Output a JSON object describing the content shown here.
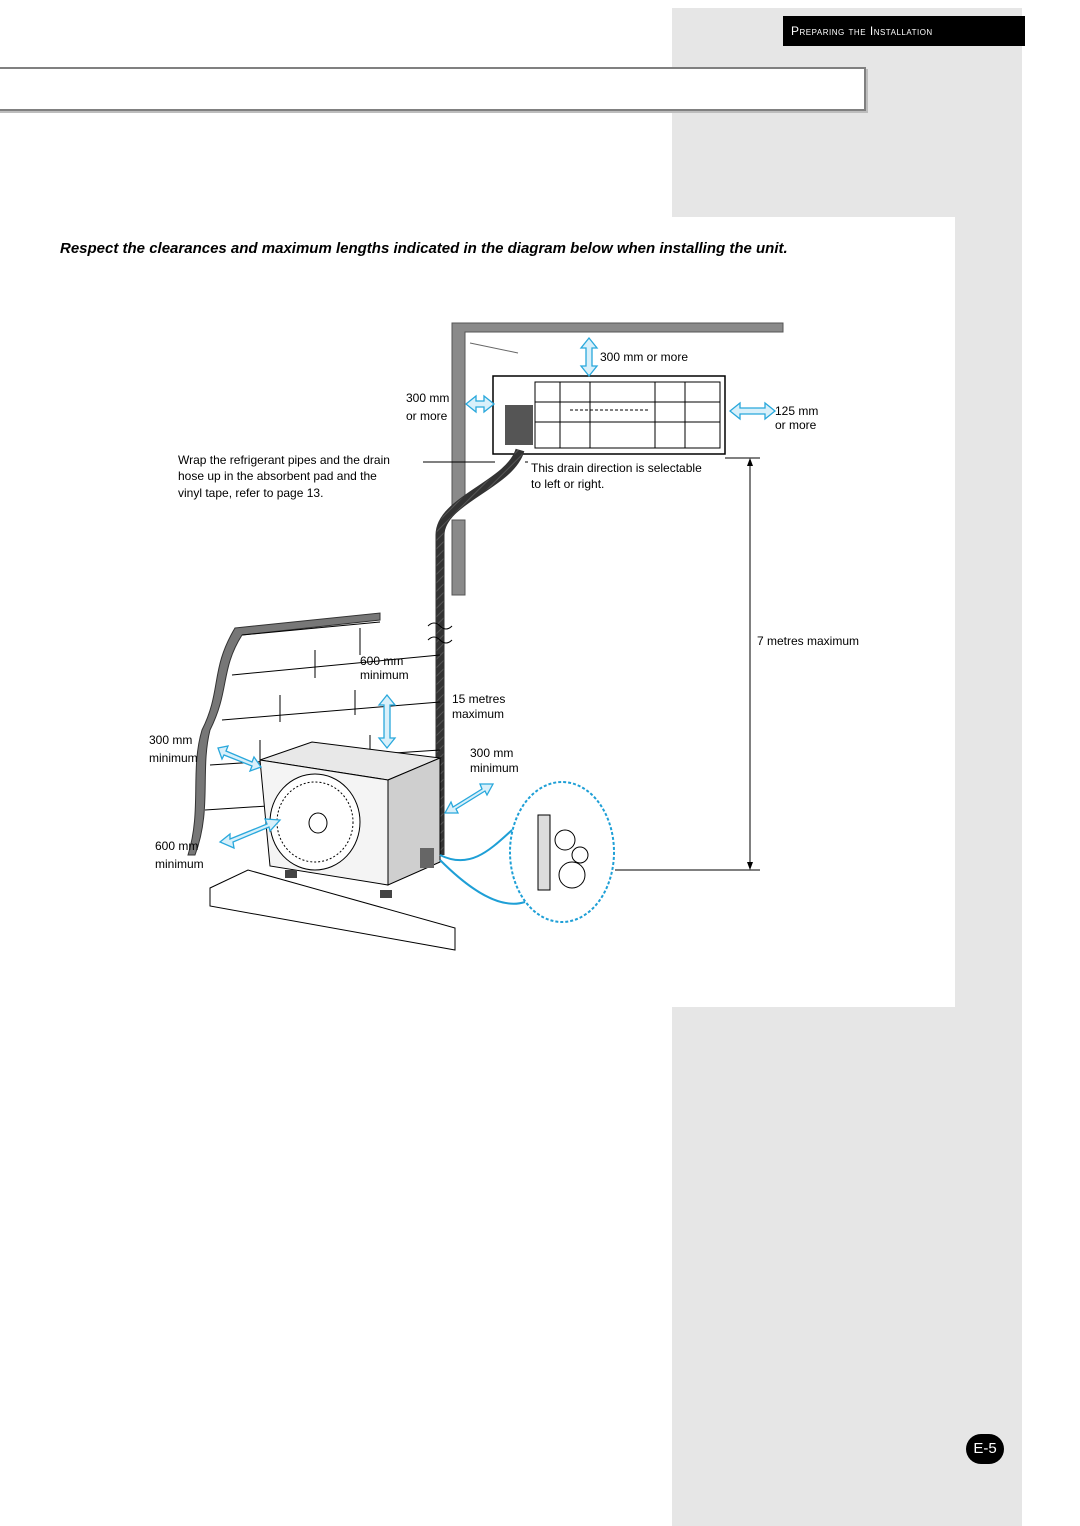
{
  "header": {
    "section_title": "Preparing the Installation"
  },
  "intro": {
    "text": "Respect the clearances and maximum  lengths indicated in the diagram below when installing the unit."
  },
  "diagram": {
    "labels": {
      "top_clearance": "300 mm or more",
      "left_clearance_1": "300 mm",
      "left_clearance_2": "or more",
      "right_clearance_1": "125 mm",
      "right_clearance_2": "or more",
      "wrap_note_1": "Wrap the refrigerant pipes and the drain",
      "wrap_note_2": "hose up in the absorbent pad and the",
      "wrap_note_3": "vinyl tape, refer to page 13.",
      "drain_note_1": "This drain direction is selectable",
      "drain_note_2": "to left or right.",
      "vertical_max": "7 metres maximum",
      "outdoor_top_1": "600 mm",
      "outdoor_top_2": "minimum",
      "pipe_max_1": "15 metres",
      "pipe_max_2": "maximum",
      "outdoor_side_1": "300 mm",
      "outdoor_side_2": "minimum",
      "outdoor_right_1": "300 mm",
      "outdoor_right_2": "minimum",
      "outdoor_front_1": "600 mm",
      "outdoor_front_2": "minimum"
    },
    "colors": {
      "arrow_fill": "#d9f0fa",
      "arrow_stroke": "#29a8dc",
      "callout": "#1e9fd6"
    }
  },
  "footer": {
    "page_number": "E-5"
  }
}
